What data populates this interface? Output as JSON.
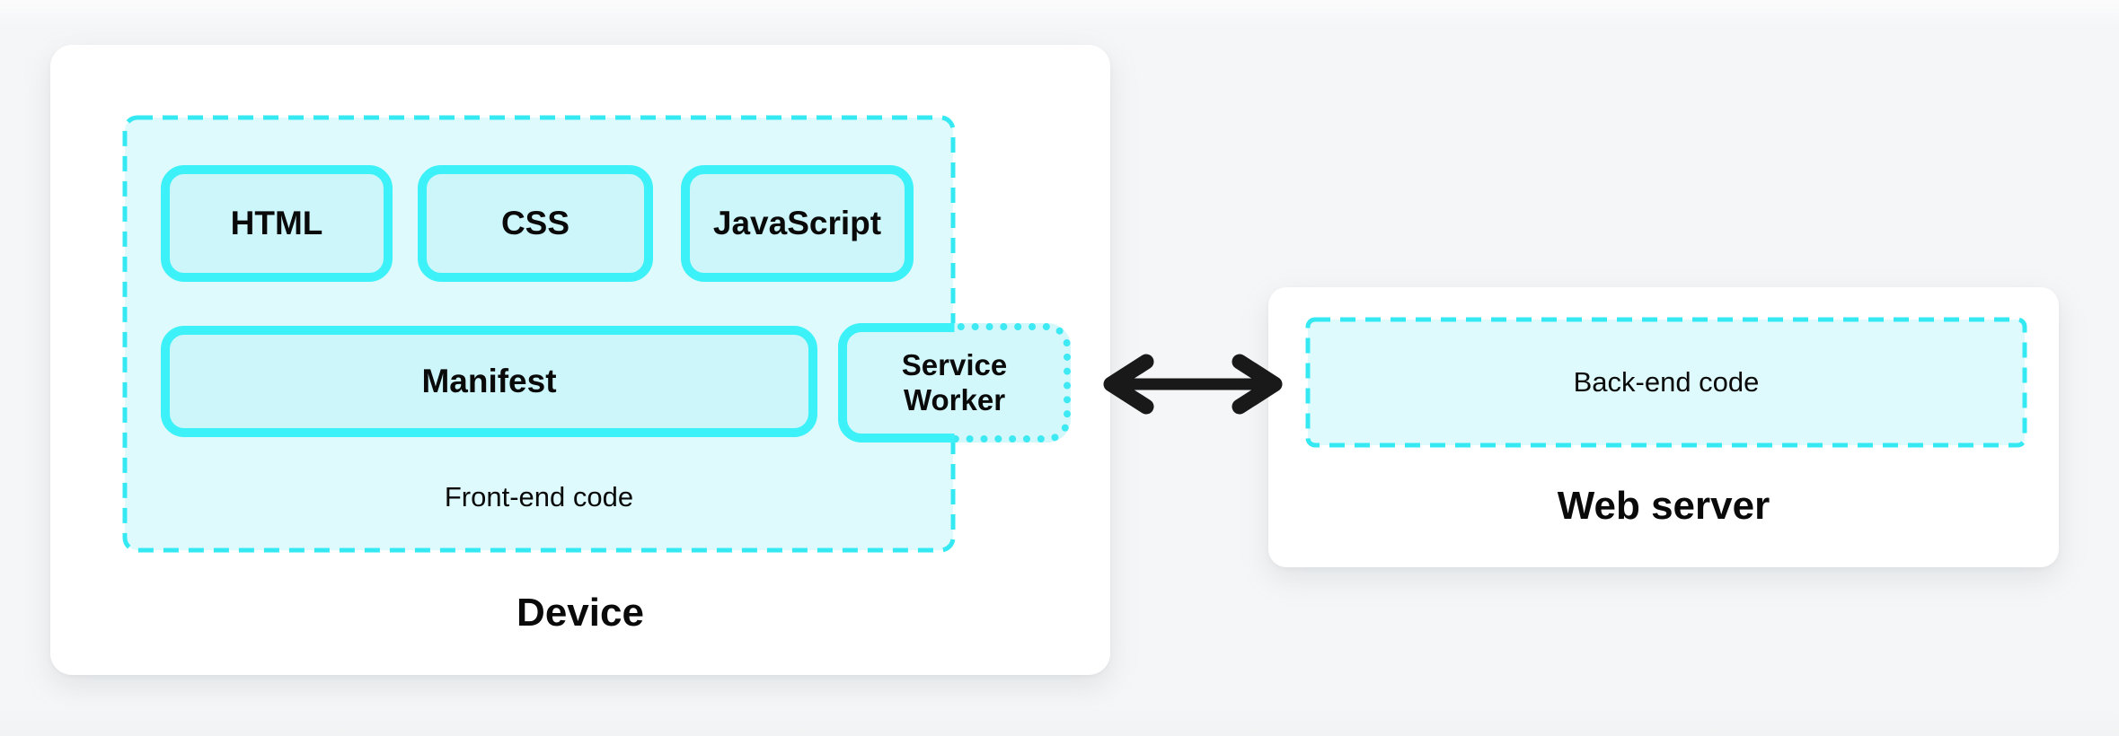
{
  "diagram": {
    "device": {
      "title": "Device",
      "frontend": {
        "caption": "Front-end code",
        "top_row_boxes": [
          "HTML",
          "CSS",
          "JavaScript"
        ],
        "manifest_label": "Manifest",
        "service_worker_label": "Service Worker"
      }
    },
    "web_server": {
      "title": "Web server",
      "backend_label": "Back-end code"
    },
    "connection": {
      "icon": "bidirectional-arrow"
    },
    "colors": {
      "cyan_border": "#3df1f8",
      "cyan_dash": "#35e9f3",
      "container_fill": "#dffafd",
      "box_fill": "#ccf6fa",
      "card_fill": "#ffffff",
      "background": "#f5f6f7",
      "arrow": "#191919",
      "text": "#0a0a0a"
    }
  }
}
